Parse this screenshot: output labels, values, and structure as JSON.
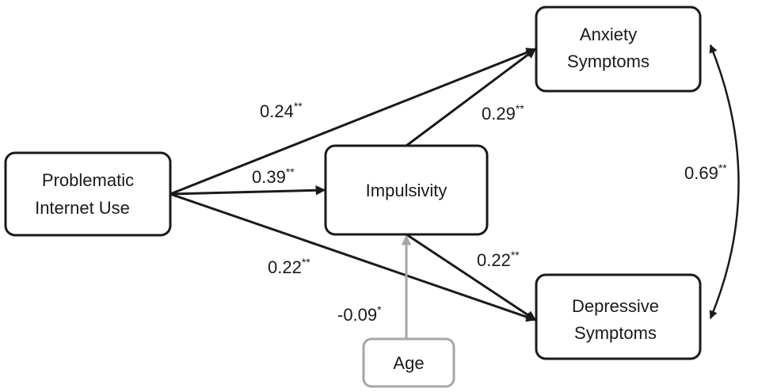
{
  "nodes": {
    "piu": {
      "lines": [
        "Problematic",
        "Internet Use"
      ]
    },
    "impulsivity": {
      "lines": [
        "Impulsivity"
      ]
    },
    "anxiety": {
      "lines": [
        "Anxiety",
        "Symptoms"
      ]
    },
    "depressive": {
      "lines": [
        "Depressive",
        "Symptoms"
      ]
    },
    "age": {
      "lines": [
        "Age"
      ]
    }
  },
  "paths": {
    "piu_anxiety": {
      "value": "0.24",
      "sig": "**"
    },
    "piu_impulsivity": {
      "value": "0.39",
      "sig": "**"
    },
    "piu_depressive": {
      "value": "0.22",
      "sig": "**"
    },
    "impulsivity_anxiety": {
      "value": "0.29",
      "sig": "**"
    },
    "impulsivity_depressive": {
      "value": "0.22",
      "sig": "**"
    },
    "age_impulsivity": {
      "value": "-0.09",
      "sig": "*"
    },
    "anxiety_depressive": {
      "value": "0.69",
      "sig": "**"
    }
  },
  "colors": {
    "main": "#1a1a1a",
    "age": "#a6a6a6"
  }
}
